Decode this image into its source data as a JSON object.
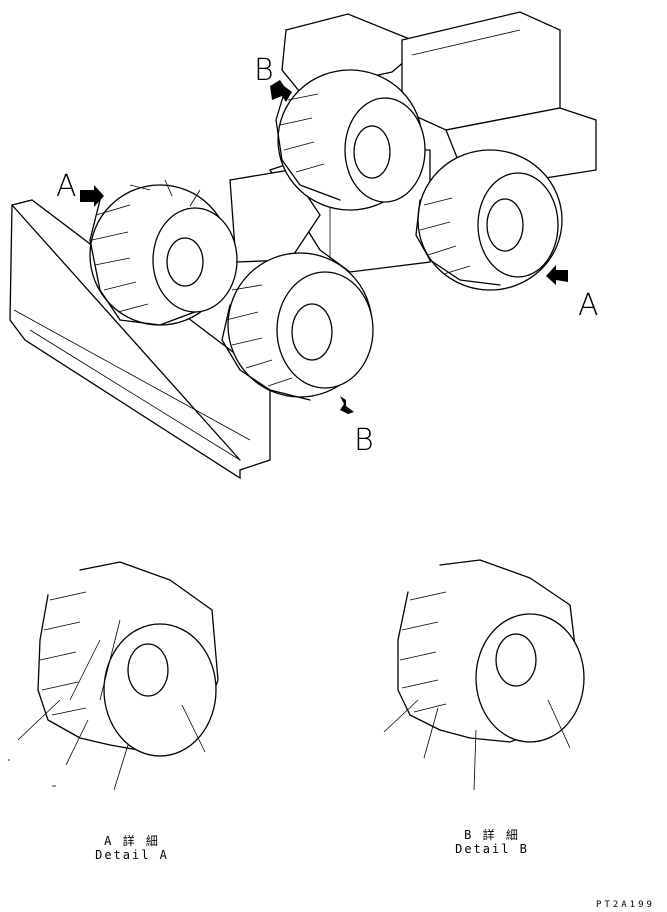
{
  "labels": {
    "a_left": "A",
    "a_right": "A",
    "b_top": "B",
    "b_bottom": "B"
  },
  "captions": {
    "detail_a_jp": "A 詳 細",
    "detail_a_en": "Detail A",
    "detail_b_jp": "B 詳 細",
    "detail_b_en": "Detail B"
  },
  "drawing_code": "PT2A199"
}
